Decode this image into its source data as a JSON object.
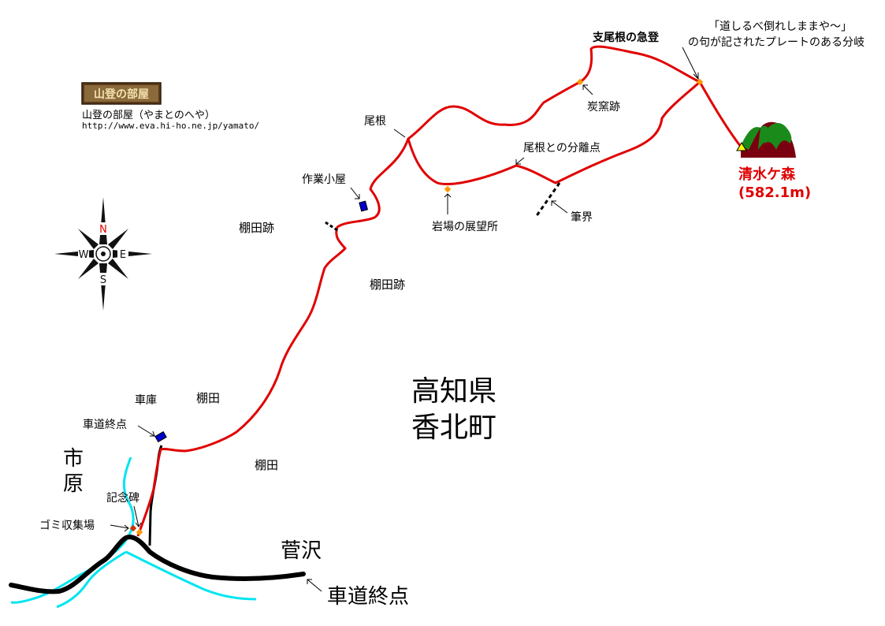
{
  "site": {
    "logo_text": "山登の部屋",
    "name": "山登の部屋（やまとのへや）",
    "url": "http://www.eva.hi-ho.ne.jp/yamato/"
  },
  "compass": {
    "n": "N",
    "s": "S",
    "e": "E",
    "w": "W"
  },
  "summit": {
    "name": "清水ケ森",
    "elevation": "(582.1m)"
  },
  "region": {
    "pref": "高知県",
    "town": "香北町",
    "ichihara_1": "市",
    "ichihara_2": "原",
    "sugasawa": "菅沢"
  },
  "labels": {
    "plate_1": "「道しるべ倒れしままや～」",
    "plate_2": "の句が記されたプレートのある分岐",
    "steep": "支尾根の急登",
    "kiln": "炭窯跡",
    "ridge": "尾根",
    "ridge_split": "尾根との分離点",
    "hut": "作業小屋",
    "rock_view": "岩場の展望所",
    "boundary": "筆界",
    "terrace1": "棚田跡",
    "terrace2": "棚田跡",
    "garage": "車庫",
    "road_end1": "車道終点",
    "rice1": "棚田",
    "rice2": "棚田",
    "monument": "記念碑",
    "garbage": "ゴミ収集場",
    "road_end2": "車道終点"
  },
  "colors": {
    "route": "#e00000",
    "road": "#000000",
    "river": "#00e5f0",
    "marker": "#ff9900",
    "building": "#0000cc",
    "mountain_green": "#1a8a1a",
    "mountain_dark": "#7a0010",
    "summit_marker": "#ffff00"
  }
}
